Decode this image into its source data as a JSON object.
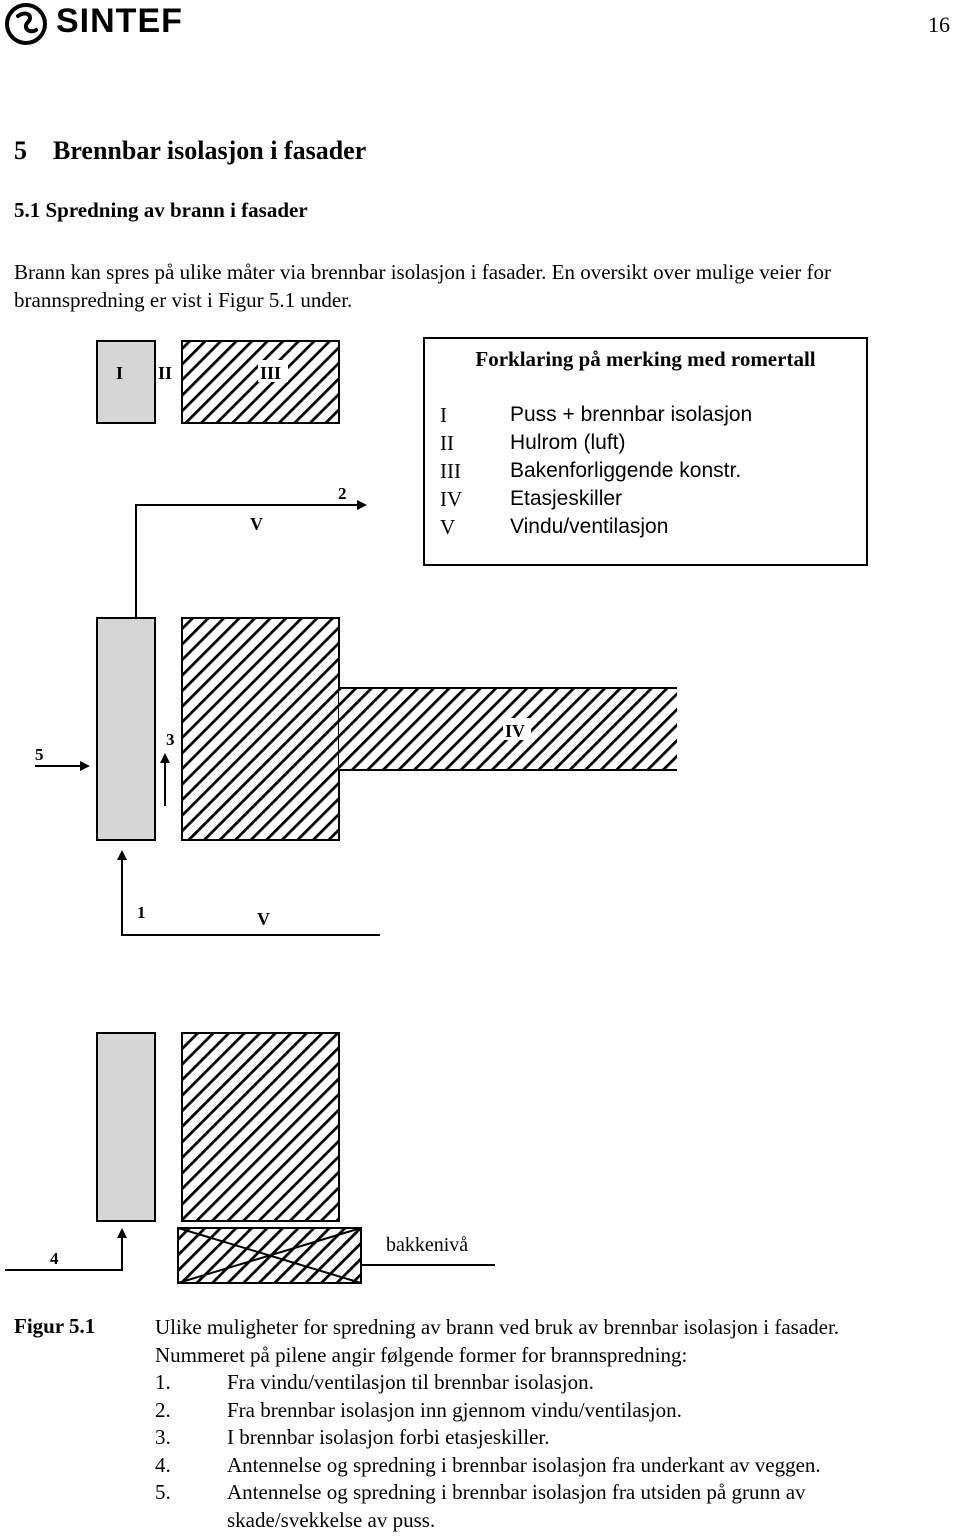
{
  "header": {
    "logo_text": "SINTEF",
    "page_number": "16"
  },
  "section": {
    "heading": "5    Brennbar isolasjon i fasader",
    "subheading": "5.1 Spredning av brann i fasader",
    "paragraph_lines": [
      "Brann kan spres på ulike måter via brennbar isolasjon i fasader. En oversikt over mulige veier for",
      "brannspredning er vist i Figur 5.1 under."
    ]
  },
  "figure": {
    "labels": {
      "top_I": "I",
      "top_II": "II",
      "top_III": "III",
      "top_V": "V",
      "arrow_2": "2",
      "arrow_5": "5",
      "arrow_3": "3",
      "floor_IV": "IV",
      "arrow_1": "1",
      "mid_V": "V",
      "arrow_4": "4",
      "ground": "bakkenivå"
    },
    "legend": {
      "title": "Forklaring på merking med romertall",
      "rows": [
        {
          "num": "I",
          "desc": "Puss + brennbar isolasjon"
        },
        {
          "num": "II",
          "desc": "Hulrom (luft)"
        },
        {
          "num": "III",
          "desc": "Bakenforliggende konstr."
        },
        {
          "num": "IV",
          "desc": "Etasjeskiller"
        },
        {
          "num": "V",
          "desc": "Vindu/ventilasjon"
        }
      ]
    }
  },
  "caption": {
    "label": "Figur 5.1",
    "lines": [
      "Ulike muligheter for spredning av brann ved bruk av brennbar isolasjon i fasader.",
      "Nummeret på pilene angir følgende former for brannspredning:"
    ],
    "items": [
      {
        "n": "1.",
        "text": "Fra vindu/ventilasjon til brennbar isolasjon."
      },
      {
        "n": "2.",
        "text": "Fra brennbar isolasjon inn gjennom vindu/ventilasjon."
      },
      {
        "n": "3.",
        "text": "I brennbar isolasjon forbi etasjeskiller."
      },
      {
        "n": "4.",
        "text": "Antennelse og spredning  i brennbar isolasjon fra underkant av veggen."
      },
      {
        "n": "5.",
        "text": "Antennelse og spredning i brennbar isolasjon fra utsiden på grunn av"
      }
    ],
    "item5_cont": "skade/svekkelse av puss."
  }
}
